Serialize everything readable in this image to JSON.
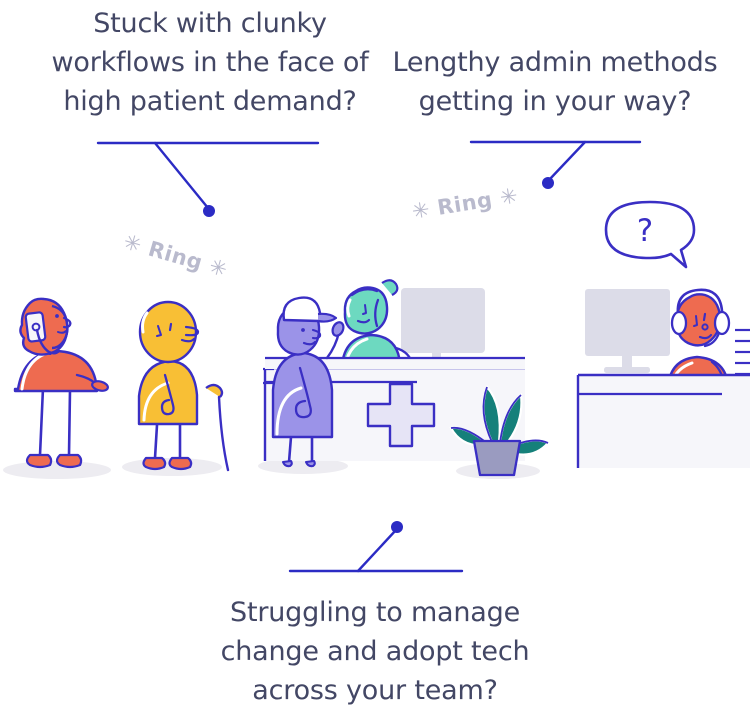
{
  "illustration": {
    "title": "Healthcare practice pain points illustration",
    "background_color": "#ffffff"
  },
  "headlines": [
    {
      "id": "top-left",
      "text": "Stuck with clunky\nworkflows in the face of\nhigh patient demand?",
      "color": "#434765"
    },
    {
      "id": "top-right",
      "text": "Lengthy admin methods\ngetting in your way?",
      "color": "#434765"
    },
    {
      "id": "bottom",
      "text": "Struggling to manage\nchange and adopt tech\nacross your team?",
      "color": "#434765"
    }
  ],
  "sound_effects": [
    {
      "id": "ring-left",
      "text": "✳ Ring ✳",
      "color": "#b9bacd"
    },
    {
      "id": "ring-right",
      "text": "✳ Ring ✳",
      "color": "#b9bacd"
    }
  ],
  "speech_bubble": {
    "text": "?",
    "color": "#3a2fc4"
  },
  "connectors": [
    {
      "id": "connector-top-left",
      "line_color": "#2b2bc4",
      "dot_color": "#2b2bc4"
    },
    {
      "id": "connector-top-right",
      "line_color": "#2b2bc4",
      "dot_color": "#2b2bc4"
    },
    {
      "id": "connector-bottom",
      "line_color": "#2b2bc4",
      "dot_color": "#2b2bc4"
    }
  ],
  "palette": {
    "ink": "#3a2fc4",
    "ink_dark": "#2b2bc4",
    "coral": "#ee6b50",
    "yellow": "#f8bf35",
    "teal": "#6dd9c0",
    "purple": "#9b93e8",
    "leaf_green": "#15807a",
    "pot_gray": "#9a9bc0",
    "desk_white": "#f6f6fa",
    "screen_gray": "#dcdce8",
    "cross_lavender": "#e6e4f6",
    "shadow_gray": "#edecf1",
    "text_slate": "#434765",
    "ring_gray": "#b9bacd"
  },
  "figures": [
    {
      "id": "patient-woman-phone",
      "description": "Woman with phone in coral dress",
      "color": "#ee6b50"
    },
    {
      "id": "patient-elder-cane",
      "description": "Elderly patient in yellow coat with walking cane",
      "color": "#f8bf35"
    },
    {
      "id": "patient-at-desk",
      "description": "Patient in purple at reception desk wearing cap",
      "color": "#9b93e8"
    },
    {
      "id": "receptionist",
      "description": "Receptionist in teal behind desk",
      "color": "#6dd9c0"
    },
    {
      "id": "call-agent",
      "description": "Call centre agent in coral with headset",
      "color": "#ee6b50"
    }
  ],
  "props": [
    {
      "id": "reception-desk",
      "description": "Reception desk with medical cross",
      "color": "#f6f6fa"
    },
    {
      "id": "medical-cross",
      "description": "Medical cross symbol on desk front",
      "color": "#e6e4f6"
    },
    {
      "id": "desk-monitor",
      "description": "Computer monitor on reception desk",
      "color": "#dcdce8"
    },
    {
      "id": "agent-monitor",
      "description": "Computer monitor at call agent desk",
      "color": "#dcdce8"
    },
    {
      "id": "potted-plant",
      "description": "Potted plant beside reception desk",
      "color": "#15807a"
    }
  ]
}
